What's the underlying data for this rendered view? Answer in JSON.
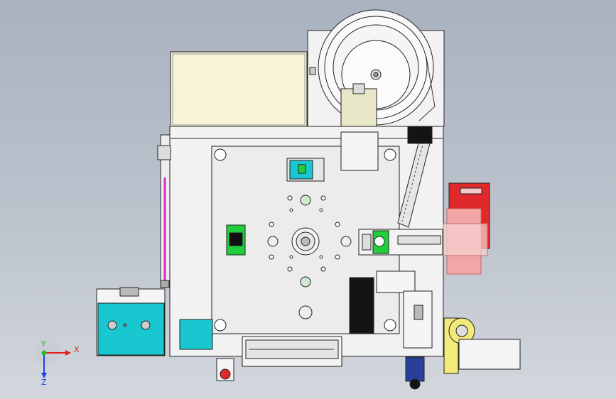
{
  "triad": {
    "x_label": "X",
    "y_label": "Y",
    "z_label": "Z"
  },
  "colors": {
    "background_top": "#a9b2bf",
    "background_bottom": "#d3d7dd",
    "housing_cream": "#f6f3d6",
    "frame_white": "#f2f2f2",
    "plate_grey": "#e8e8e8",
    "cyan_box": "#19c7d0",
    "green_part": "#1fcf3a",
    "red_guard": "#e0292a",
    "pink_guard": "#f3a6a6",
    "magenta_rod": "#d02fd0",
    "black_block": "#141414",
    "yellow_part": "#f2ea7a",
    "blue_motor": "#2a3f9a",
    "axis_x": "#e02020",
    "axis_y": "#20c020",
    "axis_z": "#2040e0"
  },
  "icons": [
    "coordinate-triad-icon",
    "emergency-stop-icon"
  ]
}
